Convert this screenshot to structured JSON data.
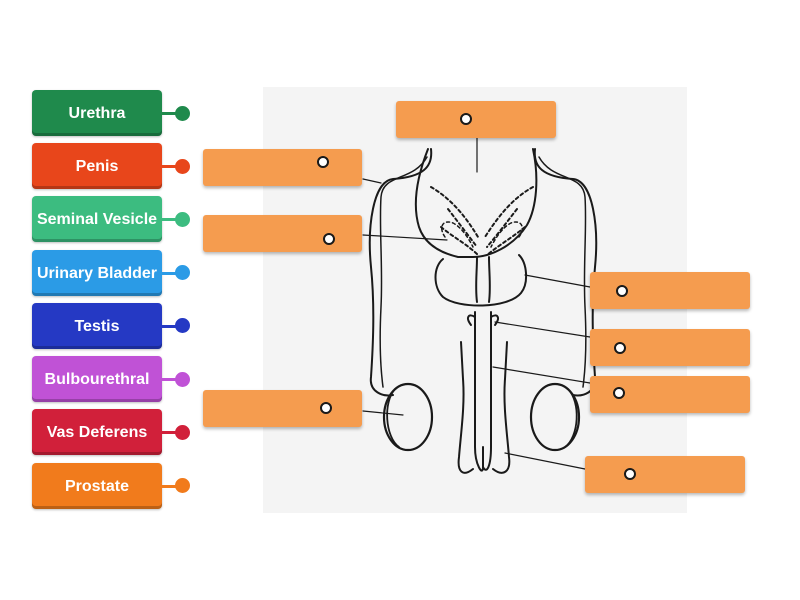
{
  "labels": [
    {
      "text": "Urethra",
      "color": "#1f8a4c"
    },
    {
      "text": "Penis",
      "color": "#e8461b"
    },
    {
      "text": "Seminal Vesicle",
      "color": "#3cbc80"
    },
    {
      "text": "Urinary Bladder",
      "color": "#2b9be6"
    },
    {
      "text": "Testis",
      "color": "#2539c4"
    },
    {
      "text": "Bulbourethral",
      "color": "#c052d6"
    },
    {
      "text": "Vas Deferens",
      "color": "#d1203a"
    },
    {
      "text": "Prostate",
      "color": "#f17b1c"
    }
  ],
  "drop_zone_color": "#f59c4f",
  "drop_zones": [
    {
      "name": "drop-zone-top"
    },
    {
      "name": "drop-zone-left-1"
    },
    {
      "name": "drop-zone-left-2"
    },
    {
      "name": "drop-zone-right-1"
    },
    {
      "name": "drop-zone-right-2"
    },
    {
      "name": "drop-zone-right-3"
    },
    {
      "name": "drop-zone-left-3"
    },
    {
      "name": "drop-zone-right-4"
    }
  ]
}
